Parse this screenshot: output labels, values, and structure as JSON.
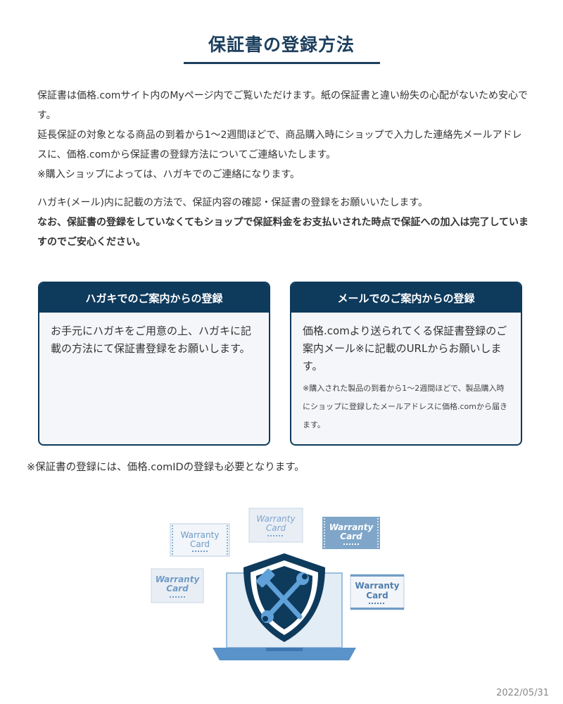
{
  "header": {
    "title": "保証書の登録方法"
  },
  "intro": {
    "p1": "保証書は価格.comサイト内のMyページ内でご覧いただけます。紙の保証書と違い紛失の心配がないため安心です。",
    "p2": "延長保証の対象となる商品の到着から1〜2週間ほどで、商品購入時にショップで入力した連絡先メールアドレスに、価格.comから保証書の登録方法についてご連絡いたします。",
    "p3": "※購入ショップによっては、ハガキでのご連絡になります。",
    "p4": "ハガキ(メール)内に記載の方法で、保証内容の確認・保証書の登録をお願いいたします。",
    "p5_bold": "なお、保証書の登録をしていなくてもショップで保証料金をお支払いされた時点で保証への加入は完了していますのでご安心ください。"
  },
  "cards": {
    "postcard": {
      "title": "ハガキでのご案内からの登録",
      "body": "お手元にハガキをご用意の上、ハガキに記載の方法にて保証書登録をお願いします。"
    },
    "email": {
      "title": "メールでのご案内からの登録",
      "body": "価格.comより送られてくる保証書登録のご案内メール※に記載のURLからお願いします。",
      "note": "※購入された製品の到着から1〜2週間ほどで、製品購入時にショップに登録したメールアドレスに価格.comから届きます。"
    }
  },
  "footnote": "※保証書の登録には、価格.comIDの登録も必要となります。",
  "illustration": {
    "card_text_line1": "Warranty",
    "card_text_line2": "Card",
    "icon": "shield-tools-laptop"
  },
  "date": "2022/05/31",
  "colors": {
    "navy": "#0e3a5c",
    "title": "#1d3f5e",
    "card_bg": "#f4f6f9",
    "accent_blue": "#5f95c8"
  }
}
